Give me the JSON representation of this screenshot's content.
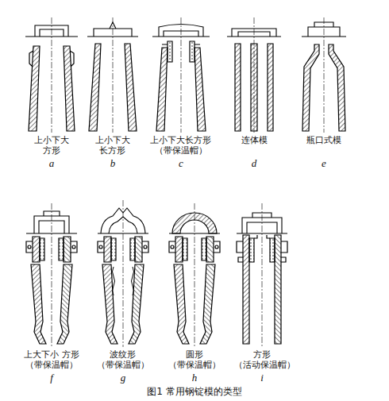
{
  "diagram": {
    "caption": "图1 常用钢锭模的类型",
    "labels": [
      "上小下大 方形",
      "a",
      "上小下大 长方形",
      "b",
      "上小下大长方形 （带保温帽）",
      "c",
      "连体模",
      "d",
      "瓶口式模",
      "e",
      "上大下小 方形（带保温帽）",
      "f",
      "波纹形 （带保温帽）",
      "g",
      "圆形 （带保温帽）",
      "h",
      "方形 （活动保温帽）",
      "i"
    ]
  }
}
